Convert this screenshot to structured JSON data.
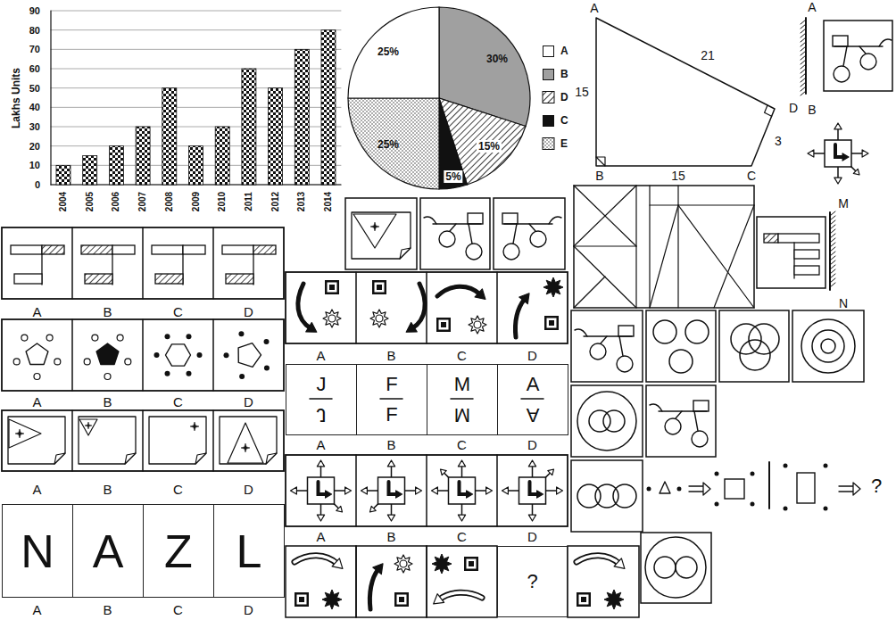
{
  "diagram": {
    "nodes": [
      {
        "text": [
          "J",
          "J"
        ]
      },
      {
        "text": [
          "F",
          "F"
        ]
      },
      {
        "text": [
          "M",
          "M"
        ]
      },
      {
        "text": [
          "A",
          "A"
        ]
      },
      {
        "text": [
          "N"
        ]
      },
      {
        "text": [
          "A"
        ]
      },
      {
        "text": [
          "Z"
        ]
      },
      {
        "text": [
          "L"
        ]
      },
      {
        "text": [
          "?"
        ]
      }
    ],
    "labels": [
      "90",
      "80",
      "70",
      "60",
      "50",
      "40",
      "30",
      "20",
      "10",
      "0",
      "Lakhs Units",
      "2004",
      "2005",
      "2006",
      "2007",
      "2008",
      "2009",
      "2010",
      "2011",
      "2012",
      "2013",
      "2014",
      "25%",
      "30%",
      "15%",
      "5%",
      "25%",
      "A",
      "21",
      "15",
      "D",
      "3",
      "B",
      "15",
      "C",
      "A",
      "B",
      "M",
      "N",
      "A",
      "B",
      "C",
      "D",
      "A",
      "B",
      "C",
      "D",
      "A",
      "B",
      "C",
      "D",
      "A",
      "B",
      "C",
      "D",
      "A",
      "B",
      "C",
      "D",
      "?",
      "A",
      "B",
      "C",
      "D",
      "A",
      "B",
      "C",
      "D"
    ],
    "legend": [
      {
        "text": "A",
        "color": "#ffffff"
      },
      {
        "text": "B",
        "color": "#a0a0a0"
      },
      {
        "text": "D"
      },
      {
        "text": "C",
        "color": "#111111"
      },
      {
        "text": "E"
      }
    ]
  }
}
